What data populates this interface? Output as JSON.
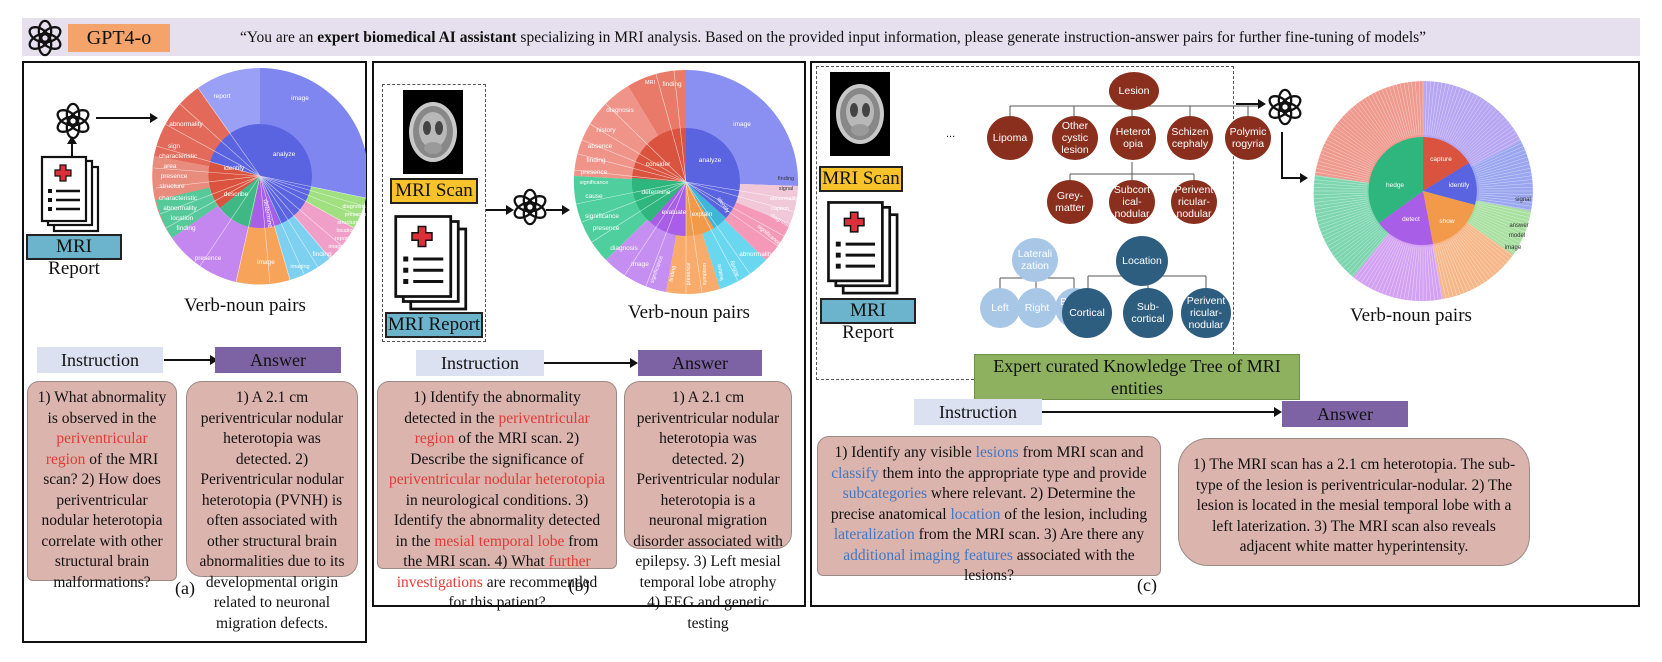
{
  "banner": {
    "model_tag": "GPT4-o",
    "prompt_pre": "“You are an ",
    "prompt_bold": "expert biomedical AI assistant",
    "prompt_post": " specializing in MRI analysis. Based on the provided input information, please generate instruction-answer pairs for further fine-tuning of models”"
  },
  "labels": {
    "mri_report": "MRI Report",
    "mri_scan": "MRI Scan",
    "verb_noun": "Verb-noun pairs",
    "instruction": "Instruction",
    "answer": "Answer"
  },
  "panel_a": {
    "caption": "(a)",
    "instruction": {
      "t1": "1) What abnormality is observed in the ",
      "h1": "periventricular region",
      "t2": " of the MRI scan? 2) How does periventricular nodular heterotopia correlate with other structural brain malformations?"
    },
    "answer": "1) A 2.1 cm periventricular nodular heterotopia was detected. 2) Periventricular nodular heterotopia (PVNH) is often associated with other structural brain abnormalities due to its developmental origin related to neuronal migration defects.",
    "sunburst": {
      "inner": [
        "analyze",
        "identify",
        "describe",
        "determine"
      ],
      "outer": [
        "image",
        "report",
        "abnormality",
        "sign",
        "characteristic",
        "area",
        "presence",
        "structure",
        "characteristic",
        "abnormality",
        "location",
        "finding",
        "presence",
        "image",
        "finding",
        "presence",
        "diagnosis",
        "structure",
        "location",
        "report",
        "image",
        "imaging"
      ]
    }
  },
  "panel_b": {
    "caption": "(b)",
    "instruction": {
      "t1": "1) Identify the abnormality detected in the ",
      "h1": "periventricular region",
      "t2": " of the MRI scan. 2) Describe the significance of ",
      "h2": "periventricular nodular heterotopia",
      "t3": " in neurological conditions. 3) Identify the abnormality detected in the ",
      "h3": "mesial temporal lobe",
      "t4": " from the MRI scan. 4) What ",
      "h4": "further investigations",
      "t5": " are recommended for this patient?"
    },
    "answer": "1) A 2.1 cm periventricular nodular heterotopia was detected. 2) Periventricular nodular heterotopia is a neuronal migration disorder associated with epilepsy. 3) Left mesial temporal lobe atrophy 4) EEG and genetic testing",
    "sunburst": {
      "inner": [
        "analyze",
        "consider",
        "determine",
        "evaluate",
        "explain",
        "identify"
      ],
      "outer": [
        "image",
        "finding",
        "MRI",
        "diagnosis",
        "history",
        "absence",
        "finding",
        "presence",
        "significance",
        "cause",
        "significance",
        "presence",
        "diagnosis",
        "image",
        "significance",
        "finding",
        "presence",
        "symptom",
        "feature",
        "activity",
        "abnormality",
        "significance",
        "diagnosis",
        "caption",
        "abnormality",
        "signal",
        "finding"
      ]
    }
  },
  "panel_c": {
    "caption": "(c)",
    "instruction": {
      "t1": "1) Identify any visible ",
      "h1": "lesions",
      "t2": " from MRI scan and ",
      "h2": "classify",
      "t3": " them into the appropriate type and provide ",
      "h3": "subcategories",
      "t4": " where relevant. 2) Determine the precise anatomical ",
      "h4": "location",
      "t5": " of the lesion, including ",
      "h5": "lateralization",
      "t6": " from the MRI scan. 3) Are there any ",
      "h6": "additional imaging features",
      "t7": " associated with the lesions?"
    },
    "answer": "1) The MRI scan has a 2.1 cm heterotopia. The sub-type of the lesion is periventricular-nodular. 2) The lesion is located in the mesial temporal lobe with a left laterization. 3) The MRI scan also reveals adjacent white matter hyperintensity.",
    "knowledge_tree_title": "Expert curated Knowledge Tree of MRI entities",
    "tree": {
      "root": "Lesion",
      "level1": [
        "Lipoma",
        "Other cystic lesion",
        "Heterot opia",
        "Schizen cephaly",
        "Polymic rogyria"
      ],
      "ellipsis": "...",
      "level2": [
        "Grey-matter",
        "Subcort ical-nodular",
        "Perivent ricular-nodular"
      ],
      "lat_root": "Laterali zation",
      "lat_children": [
        "Left",
        "Right",
        "Bilater al"
      ],
      "loc_root": "Location",
      "loc_children": [
        "Cortical",
        "Sub-cortical",
        "Perivent ricular-nodular"
      ]
    },
    "sunburst": {
      "inner": [
        "capture",
        "identify",
        "hedge",
        "detect",
        "show"
      ],
      "outer": [
        "signal",
        "answer",
        "model",
        "image"
      ]
    }
  },
  "colors": {
    "banner": "#e6e0ee",
    "gpt_tag": "#f4a36b",
    "mri_report": "#6bb4cc",
    "mri_scan": "#f8c22a",
    "instruction": "#dbe1f1",
    "answer": "#7d63a3",
    "bubble": "#dcb4ae",
    "highlight_red": "#e23a35",
    "highlight_blue": "#3f78c4",
    "tree_red": "#8a2e1d",
    "tree_light_blue": "#a8c7e7",
    "tree_dark_blue": "#2e5e7f",
    "knowledge_tree": "#8db15f"
  }
}
